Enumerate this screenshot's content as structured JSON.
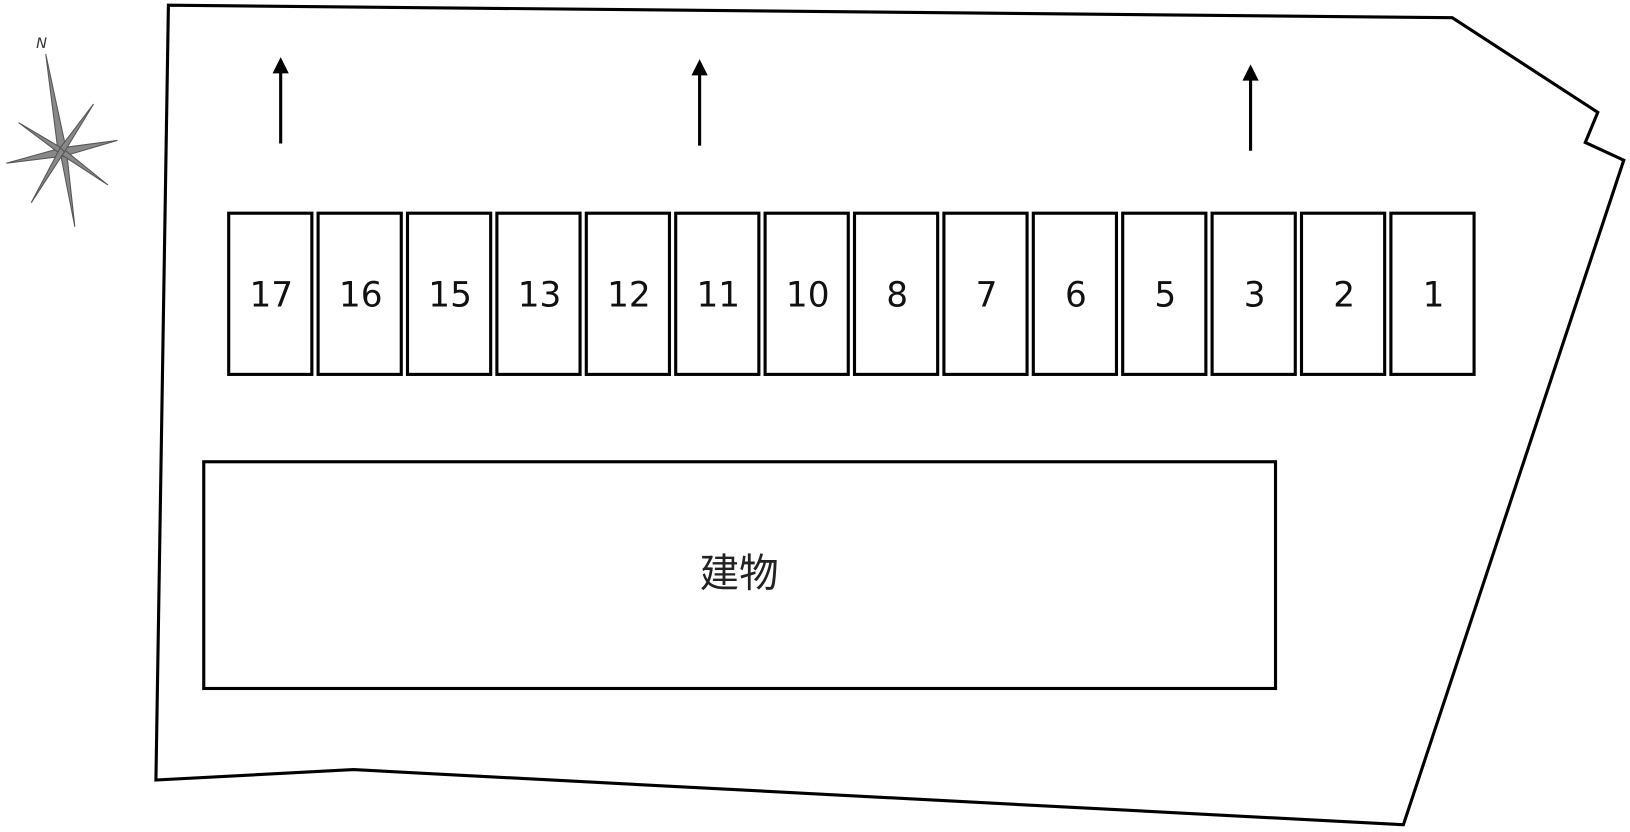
{
  "compass": {
    "north_label": "N"
  },
  "parking": {
    "slots": [
      "17",
      "16",
      "15",
      "13",
      "12",
      "11",
      "10",
      "8",
      "7",
      "6",
      "5",
      "3",
      "2",
      "1"
    ]
  },
  "building": {
    "label": "建物"
  },
  "arrows": {
    "count": 3,
    "direction": "up"
  }
}
